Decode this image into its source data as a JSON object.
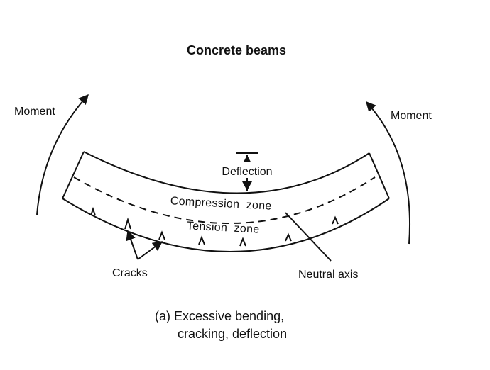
{
  "title": "Concrete beams",
  "labels": {
    "moment_left": "Moment",
    "moment_right": "Moment",
    "deflection": "Deflection",
    "compression_zone": "Compression  zone",
    "tension_zone": "Tension  zone",
    "cracks": "Cracks",
    "neutral_axis": "Neutral axis"
  },
  "caption": {
    "line1": "(a) Excessive bending,",
    "line2": "cracking, deflection"
  }
}
